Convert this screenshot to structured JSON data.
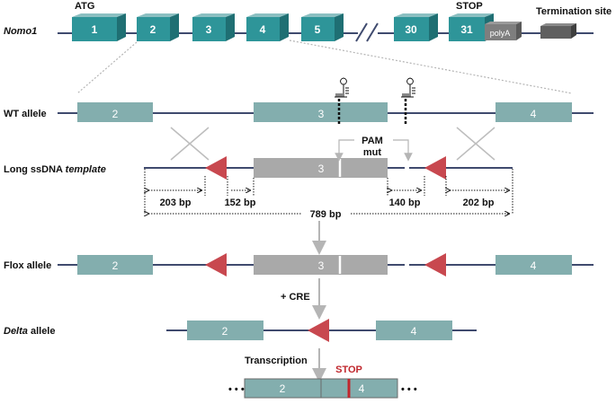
{
  "gene_row": {
    "gene_label": "Nomo1",
    "atg_label": "ATG",
    "stop_label": "STOP",
    "termination_label": "Termination site",
    "polya_label": "polyA",
    "exons": [
      "1",
      "2",
      "3",
      "4",
      "5",
      "30",
      "31"
    ]
  },
  "wt_row": {
    "label": "WT allele",
    "exons": [
      "2",
      "3",
      "4"
    ]
  },
  "template_row": {
    "label_main": "Long ssDNA ",
    "label_emph": "template",
    "exon": "3",
    "pam_line1": "PAM",
    "pam_line2": "mut",
    "dims": {
      "d203": "203 bp",
      "d152": "152 bp",
      "d140": "140 bp",
      "d202": "202 bp",
      "d789": "789 bp"
    }
  },
  "flox_row": {
    "label": "Flox allele",
    "exons": [
      "2",
      "3",
      "4"
    ]
  },
  "cre_label": "+ CRE",
  "delta_row": {
    "label_emph": "Delta",
    "label_main": " allele",
    "exons": [
      "2",
      "4"
    ]
  },
  "transcription_label": "Transcription",
  "transcript": {
    "stop_label": "STOP",
    "exons": [
      "2",
      "4"
    ],
    "ellipsis_left": "• • •",
    "ellipsis_right": "• • •"
  },
  "colors": {
    "exon_teal": "#2e9599",
    "exon_light": "#83aeae",
    "template_grey": "#a9a9a9",
    "line": "#3f4a6e",
    "loxp_red": "#c8484f",
    "stop_red": "#c0272d",
    "arrow_grey": "#b5b5b5"
  }
}
